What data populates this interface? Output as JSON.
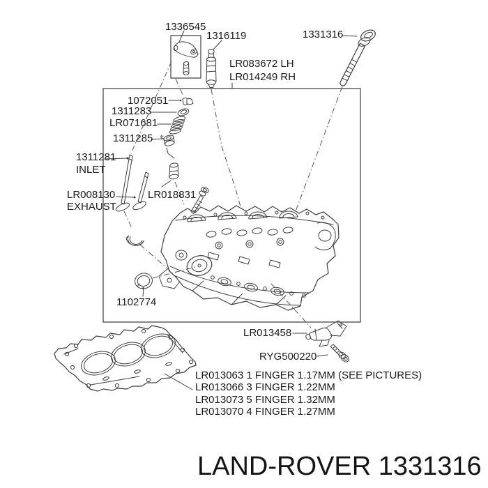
{
  "page": {
    "background": "#ffffff",
    "line_color": "#3d3d3d",
    "text_color": "#1a1a1a"
  },
  "callouts": {
    "rocker_arm": "1336545",
    "lash_adjuster": "1316119",
    "head_bolt": "1331316",
    "head_left": "LR083672 LH",
    "head_right": "LR014249 RH",
    "valve_collet": "1072051",
    "spring_retainer": "1311283",
    "valve_spring": "LR071681",
    "stem_seal": "1311285",
    "inlet_valve": "1311281",
    "inlet_word": "INLET",
    "exhaust_valve": "LR008130",
    "exhaust_word": "EXHAUST",
    "stud_bolt": "LR018831",
    "cam_seal_ring": "1102774",
    "sensor": "LR013458",
    "sensor_bolt": "RYG500220"
  },
  "gasket_options": [
    "LR013063 1 FINGER 1.17MM (SEE PICTURES)",
    "LR013066 3 FINGER 1.22MM",
    "LR013073 5 FINGER 1.32MM",
    "LR013070 4 FINGER 1.27MM"
  ],
  "footer": {
    "brand": "LAND-ROVER",
    "part_number": "1331316"
  }
}
